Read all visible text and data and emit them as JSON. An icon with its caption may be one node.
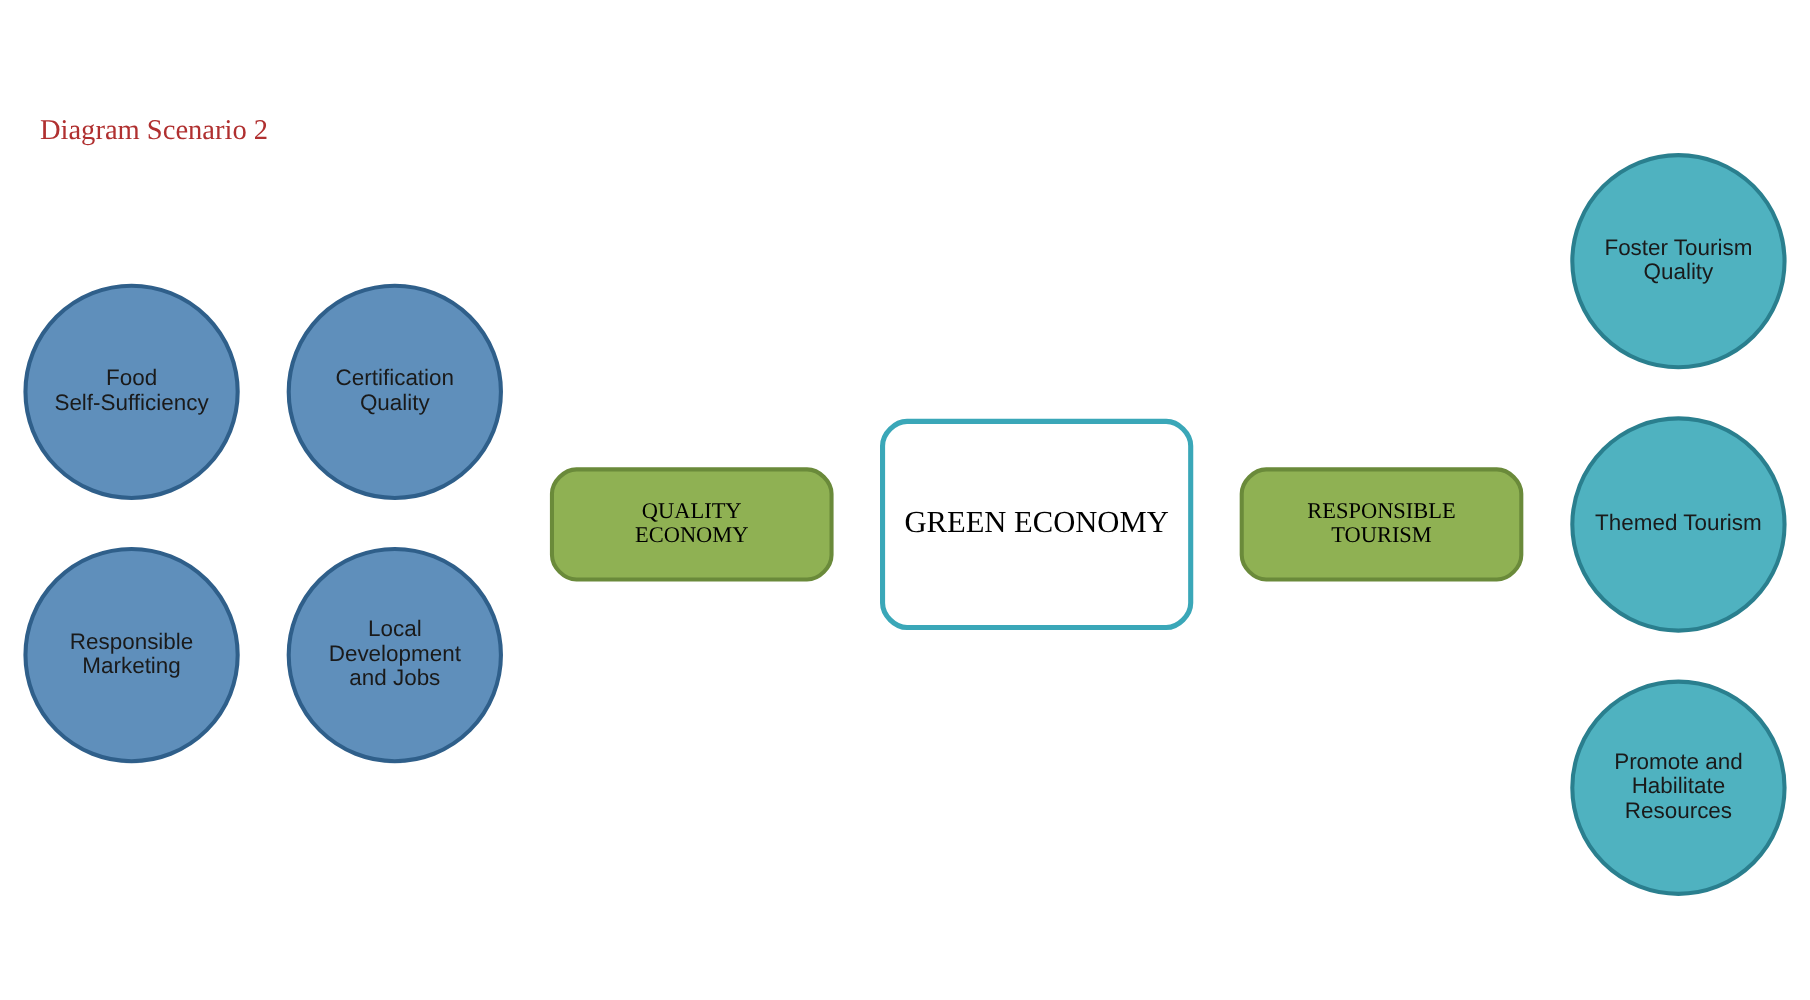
{
  "diagram": {
    "title": "Diagram Scenario 2",
    "nodes": [
      {
        "text": [
          "Certification Quality"
        ]
      },
      {
        "text": [
          "Foster Tourism Quality"
        ]
      },
      {
        "text": [
          "Food Self-Sufficiency"
        ]
      },
      {
        "text": [
          "Themed Tourism"
        ]
      },
      {
        "text": [
          "QUALITY ECONOMY"
        ]
      },
      {
        "text": [
          "GREEN ECONOMY"
        ]
      },
      {
        "text": [
          "RESPONSIBLE TOURISM"
        ]
      },
      {
        "text": [
          "Responsible Marketing"
        ]
      },
      {
        "text": [
          "Promote and Habilitate Resources"
        ]
      },
      {
        "text": [
          "Local Development and Jobs"
        ]
      }
    ]
  }
}
